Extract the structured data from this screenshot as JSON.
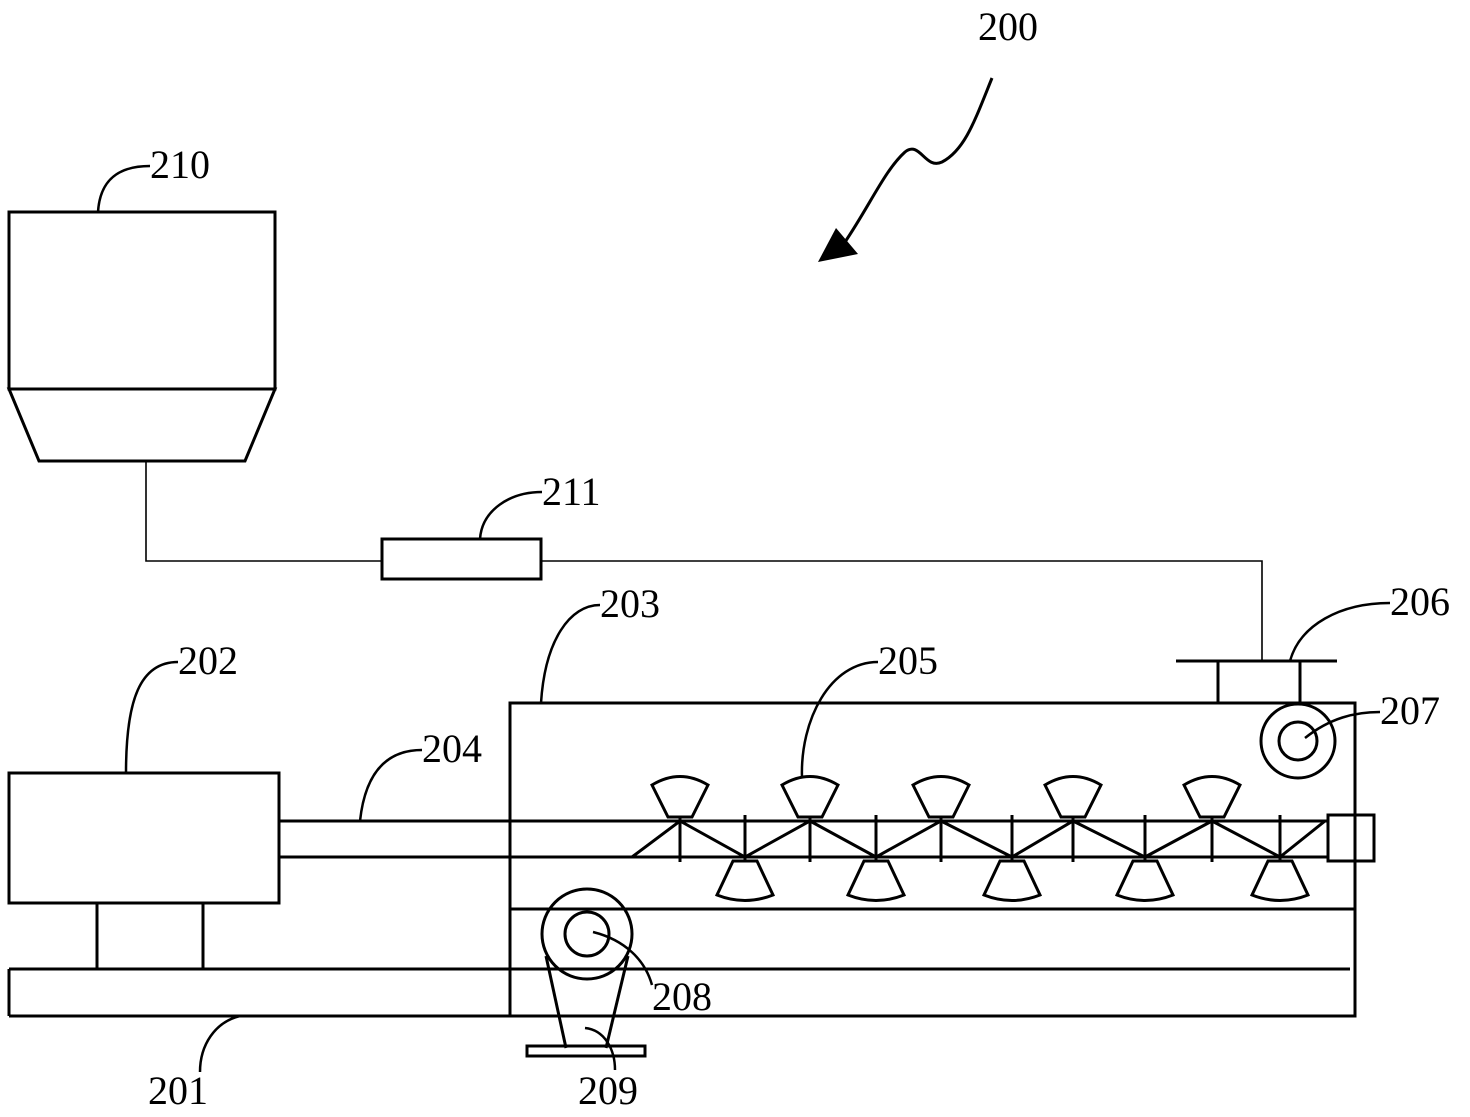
{
  "figure": {
    "labels": {
      "system": "200",
      "base": "201",
      "motor": "202",
      "housing": "203",
      "shaft": "204",
      "blades": "205",
      "bracket": "206",
      "wheel_top": "207",
      "wheel_bottom": "208",
      "stand": "209",
      "hopper": "210",
      "valve": "211"
    }
  }
}
